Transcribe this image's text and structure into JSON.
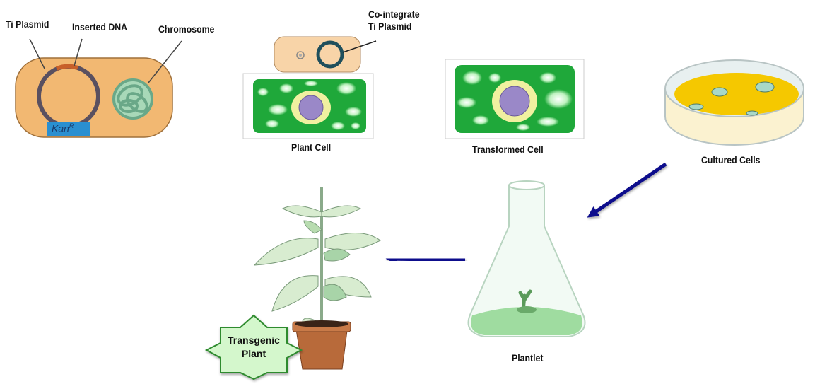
{
  "title": "Agrobacterium-mediated plant transformation",
  "labels": {
    "ti_plasmid": "Ti Plasmid",
    "inserted_dna": "Inserted DNA",
    "chromosome": "Chromosome",
    "kan_gene": "Kan",
    "kan_superscript": "R",
    "cointegrate_line1": "Co-integrate",
    "cointegrate_line2": "Ti Plasmid",
    "plant_cell": "Plant Cell",
    "transformed_cell": "Transformed Cell",
    "cultured_cells": "Cultured Cells",
    "plantlet": "Plantlet",
    "transgenic_line1": "Transgenic",
    "transgenic_line2": "Plant"
  },
  "colors": {
    "arrow": "#0b0b8c",
    "bacterium_fill": "#f2b872",
    "bacterium_stroke": "#a0703a",
    "plasmid_ring": "#5a5060",
    "inserted_dna": "#c8602a",
    "kan_box": "#2a8fd0",
    "chromosome": "#8fc4a0",
    "plant_cell_green": "#1fa83a",
    "nucleus_yellow": "#f0f0a0",
    "nucleus_purple": "#9a88c8",
    "agar_yellow": "#f5c800",
    "flask_medium": "#9fdca0",
    "badge_fill": "#d4f7cc",
    "badge_stroke": "#2e8b2e",
    "pot": "#b86a3a"
  },
  "steps": [
    "Bacterium with Ti Plasmid",
    "Plant Cell",
    "Transformed Cell",
    "Cultured Cells",
    "Plantlet",
    "Transgenic Plant"
  ]
}
